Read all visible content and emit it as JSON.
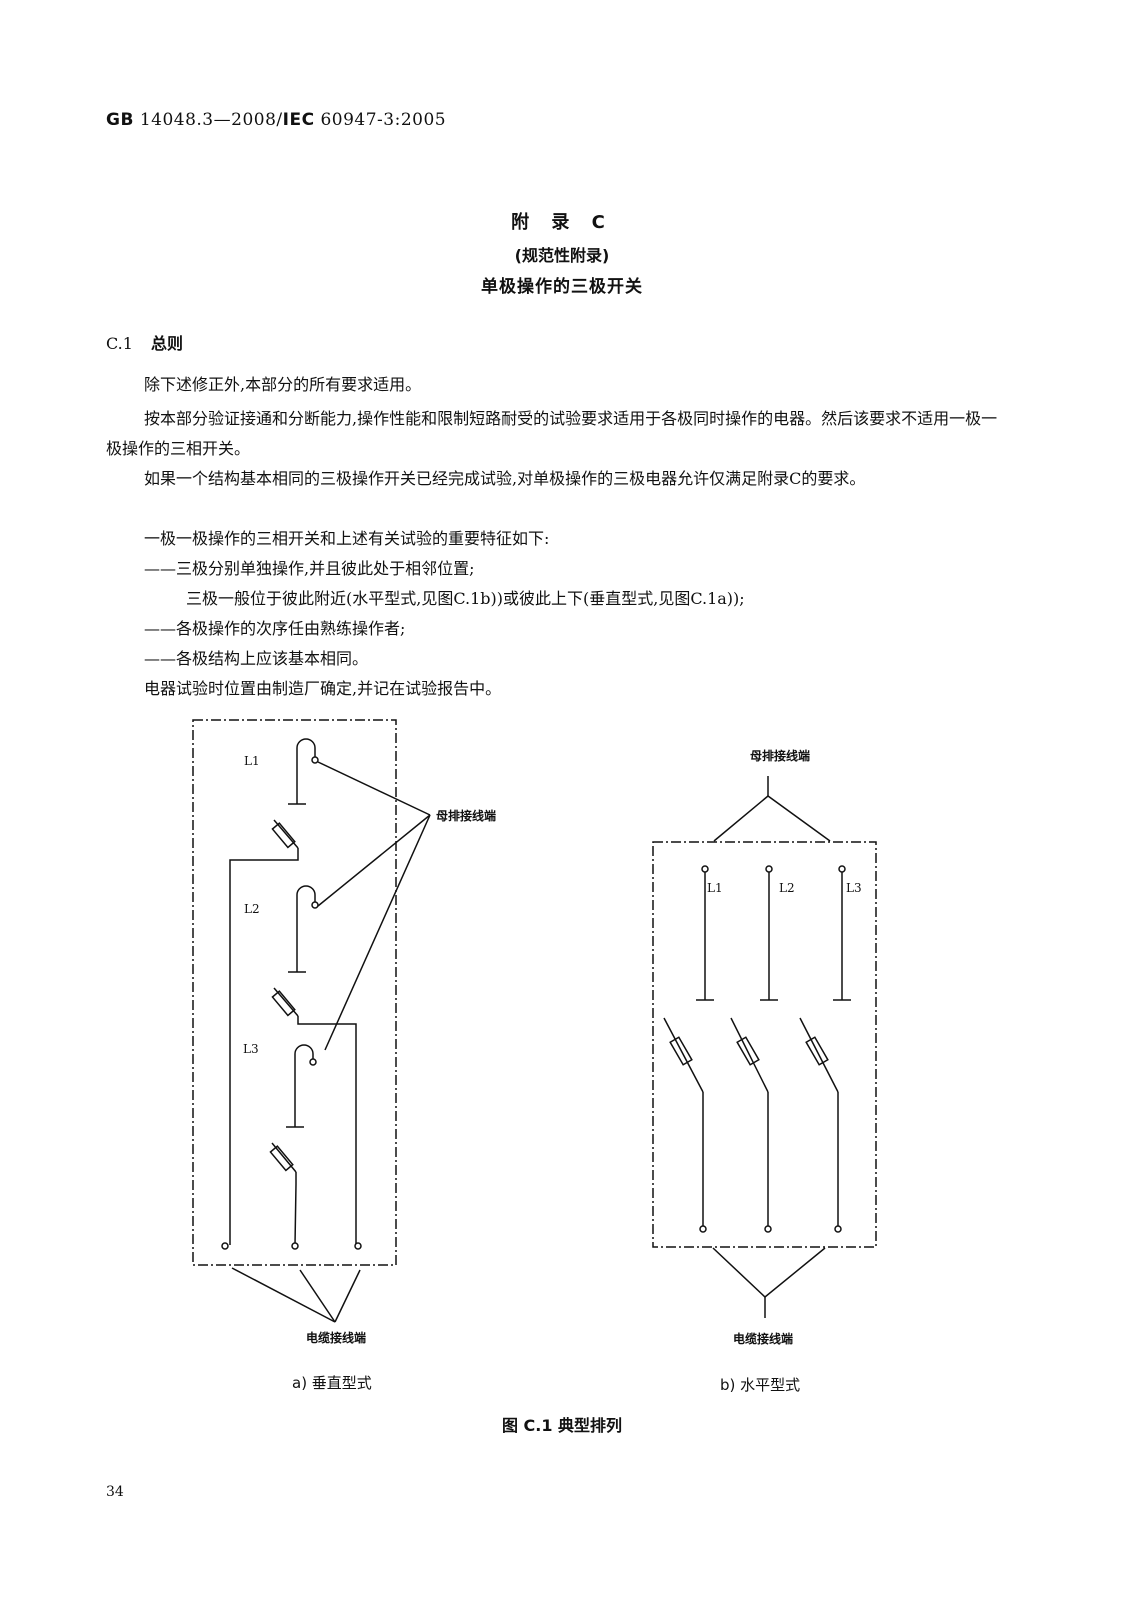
{
  "header": {
    "std_prefix": "GB",
    "std_code": "14048.3—2008/",
    "std_iec_prefix": "IEC",
    "std_iec_code": "60947-3:2005"
  },
  "annex": {
    "label": "附 录 C",
    "type": "(规范性附录)",
    "title": "单极操作的三极开关"
  },
  "section": {
    "number": "C.1",
    "title": "总则"
  },
  "paragraphs": [
    "除下述修正外,本部分的所有要求适用。",
    "按本部分验证接通和分断能力,操作性能和限制短路耐受的试验要求适用于各极同时操作的电器。然后该要求不适用一极一极操作的三相开关。",
    "如果一个结构基本相同的三极操作开关已经完成试验,对单极操作的三极电器允许仅满足附录C的要求。",
    "一极一极操作的三相开关和上述有关试验的重要特征如下:",
    "——三极分别单独操作,并且彼此处于相邻位置;",
    "三极一般位于彼此附近(水平型式,见图C.1b))或彼此上下(垂直型式,见图C.1a));",
    "——各极操作的次序任由熟练操作者;",
    "——各极结构上应该基本相同。",
    "电器试验时位置由制造厂确定,并记在试验报告中。"
  ],
  "figure": {
    "a": {
      "pole_labels": [
        "L1",
        "L2",
        "L3"
      ],
      "busbar_label": "母排接线端",
      "cable_label": "电缆接线端",
      "caption": "a) 垂直型式"
    },
    "b": {
      "pole_labels": [
        "L1",
        "L2",
        "L3"
      ],
      "busbar_label": "母排接线端",
      "cable_label": "电缆接线端",
      "caption": "b) 水平型式"
    },
    "caption": "图 C.1  典型排列"
  },
  "page_number": "34"
}
